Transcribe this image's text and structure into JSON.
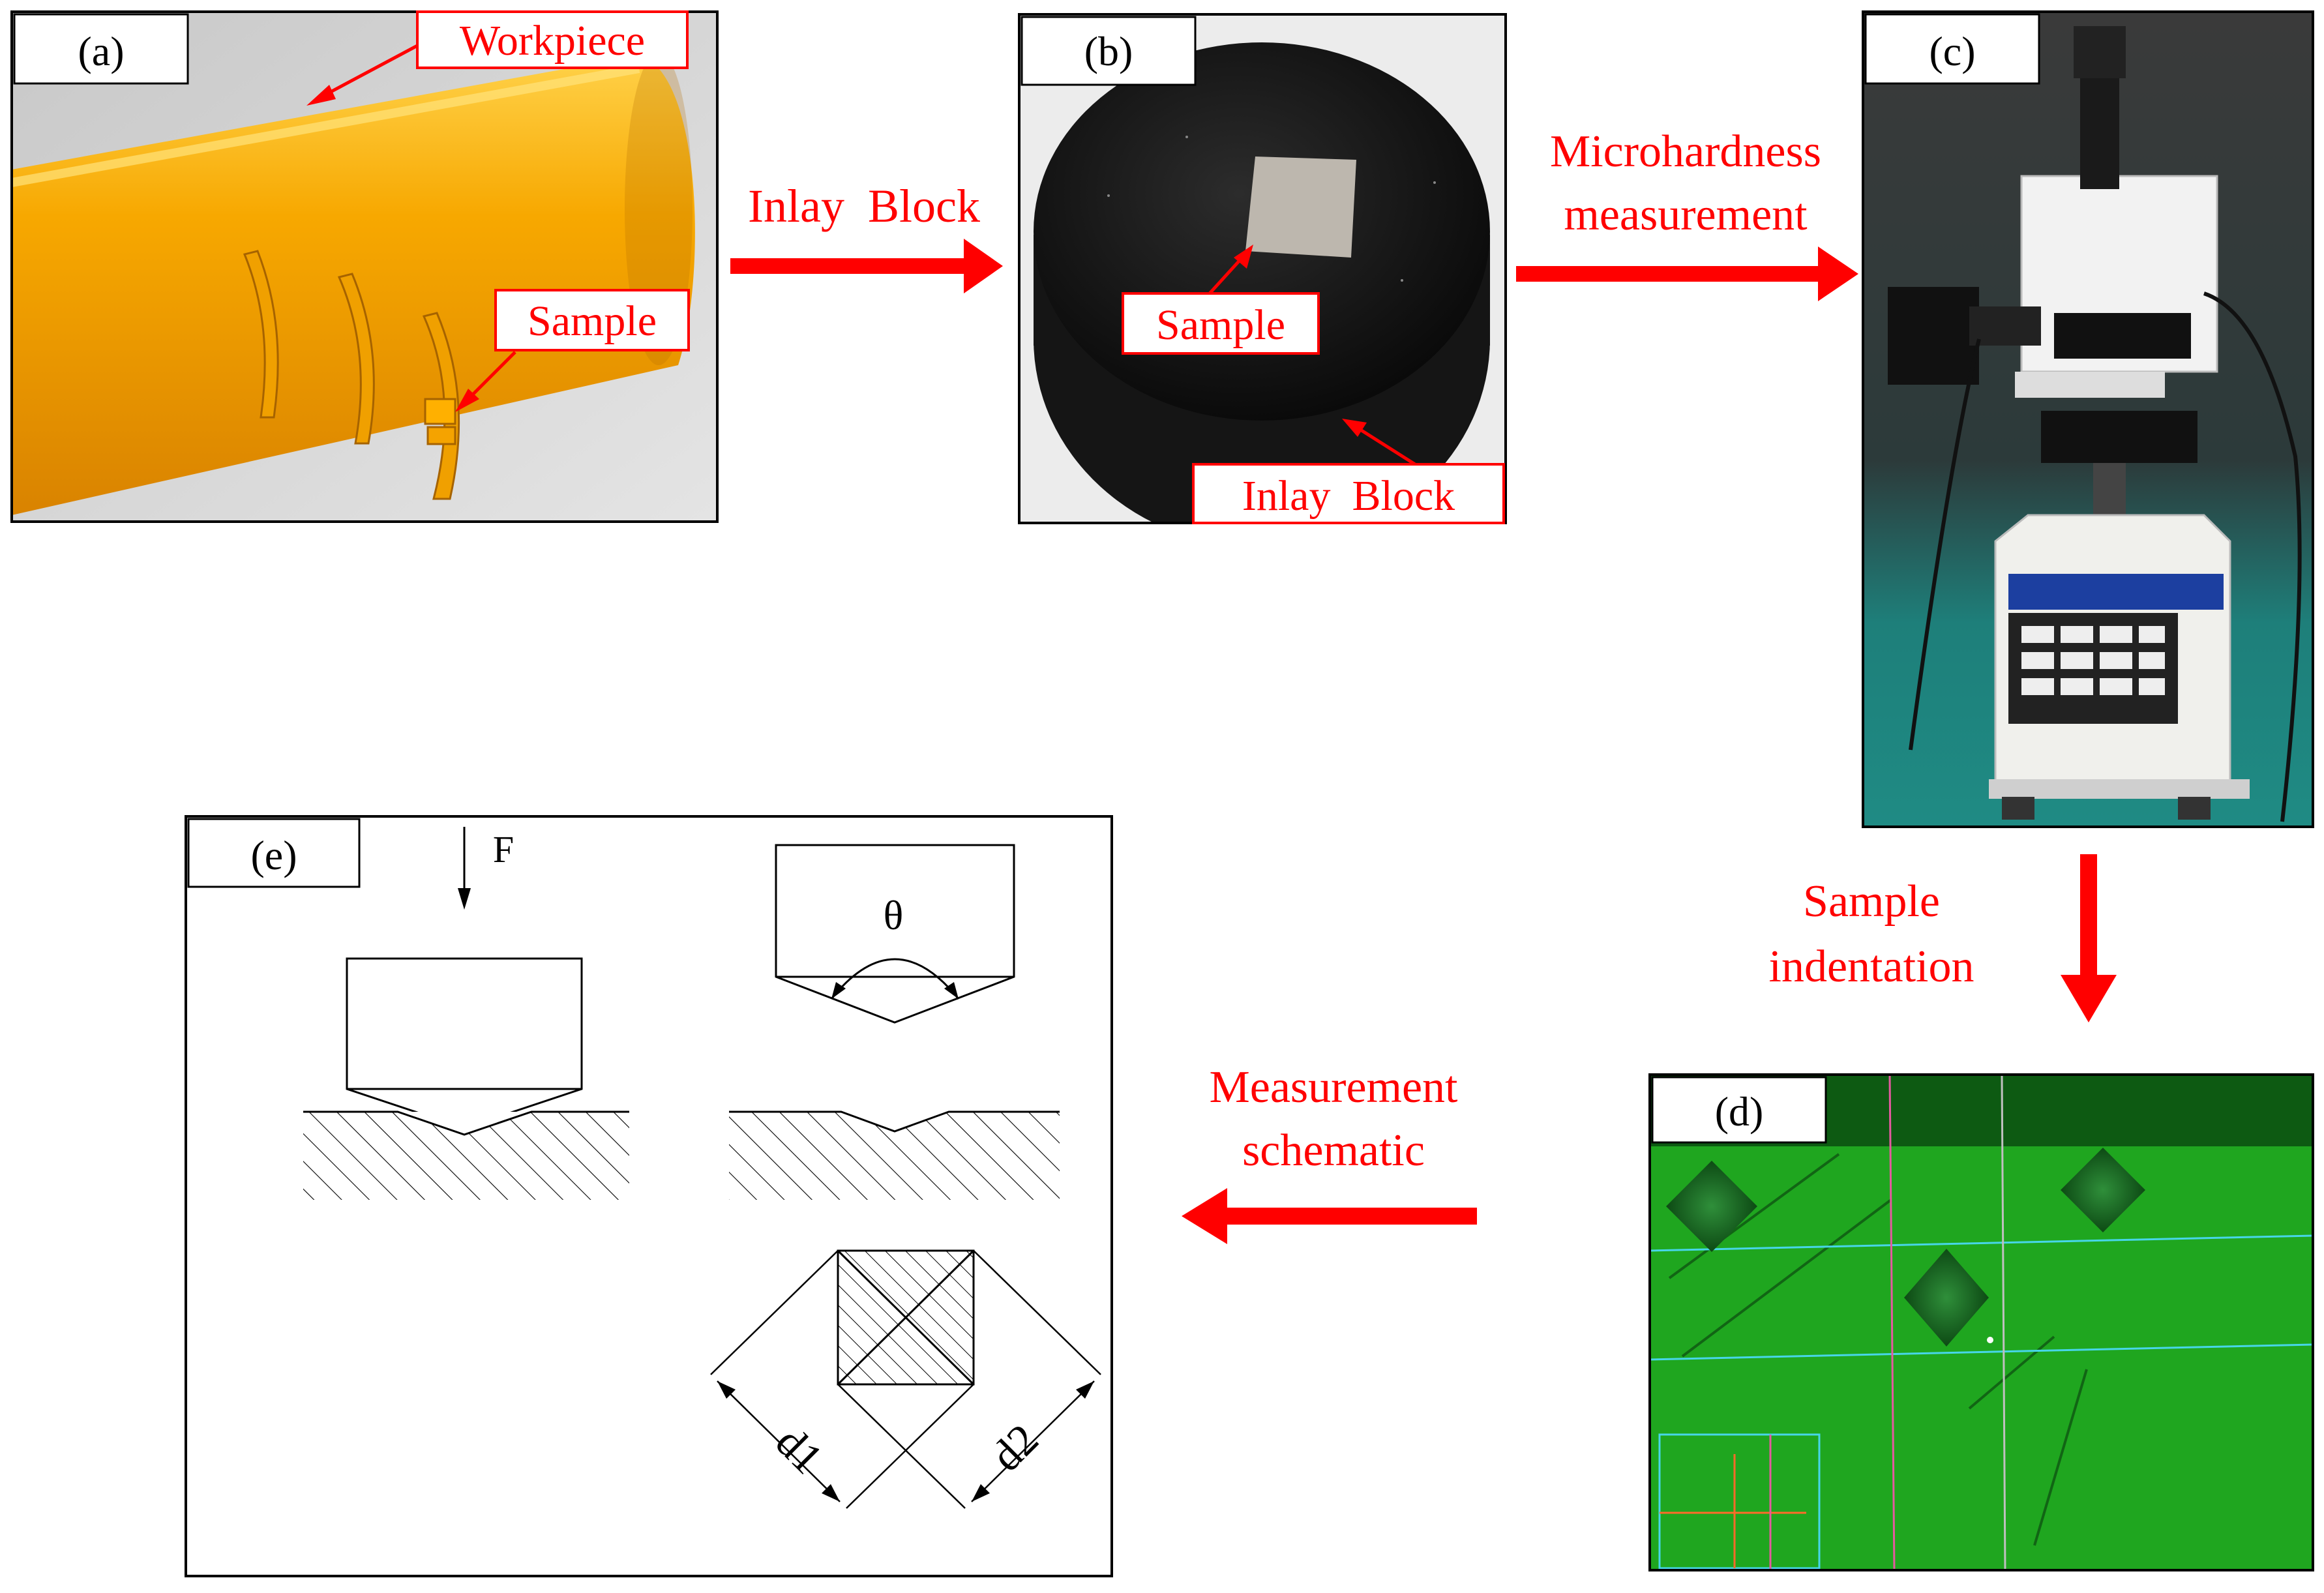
{
  "panels": {
    "a": {
      "tag": "(a)",
      "workpiece_label": "Workpiece",
      "sample_label": "Sample"
    },
    "b": {
      "tag": "(b)",
      "sample_label": "Sample",
      "inlay_label": "Inlay  Block"
    },
    "c": {
      "tag": "(c)"
    },
    "d": {
      "tag": "(d)"
    },
    "e": {
      "tag": "(e)",
      "force_label": "F",
      "theta_label": "θ",
      "d1_label": "d1",
      "d2_label": "d2"
    }
  },
  "arrows": {
    "a_to_b": "Inlay  Block",
    "b_to_c": {
      "line1": "Microhardness",
      "line2": "measurement"
    },
    "c_to_d": {
      "line1": "Sample",
      "line2": "indentation"
    },
    "d_to_e": {
      "line1": "Measurement",
      "line2": "schematic"
    }
  },
  "colors": {
    "annotation_red": "#ff0000",
    "workpiece_orange": "#f5a300",
    "block_black": "#111111",
    "micrograph_green": "#1fa61f"
  }
}
